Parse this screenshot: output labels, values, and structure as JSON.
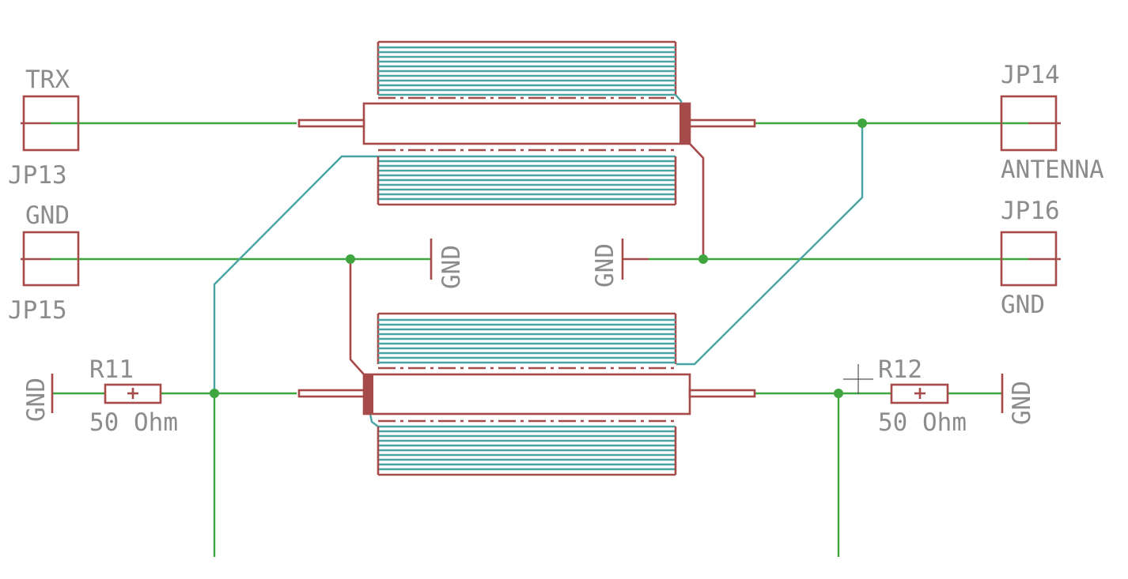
{
  "colors": {
    "wire": "#3fa63f",
    "part": "#a64a4a",
    "teal": "#48a3a3",
    "label": "#8c8c8c",
    "background": "#ffffff"
  },
  "labels": {
    "jp13_name": "JP13",
    "jp13_value": "TRX",
    "jp15_name": "JP15",
    "jp15_value": "GND",
    "jp14_name": "JP14",
    "jp14_value": "ANTENNA",
    "jp16_name": "JP16",
    "jp16_value": "GND",
    "r11_name": "R11",
    "r11_value": "50 Ohm",
    "r12_name": "R12",
    "r12_value": "50 Ohm",
    "gnd": "GND"
  }
}
